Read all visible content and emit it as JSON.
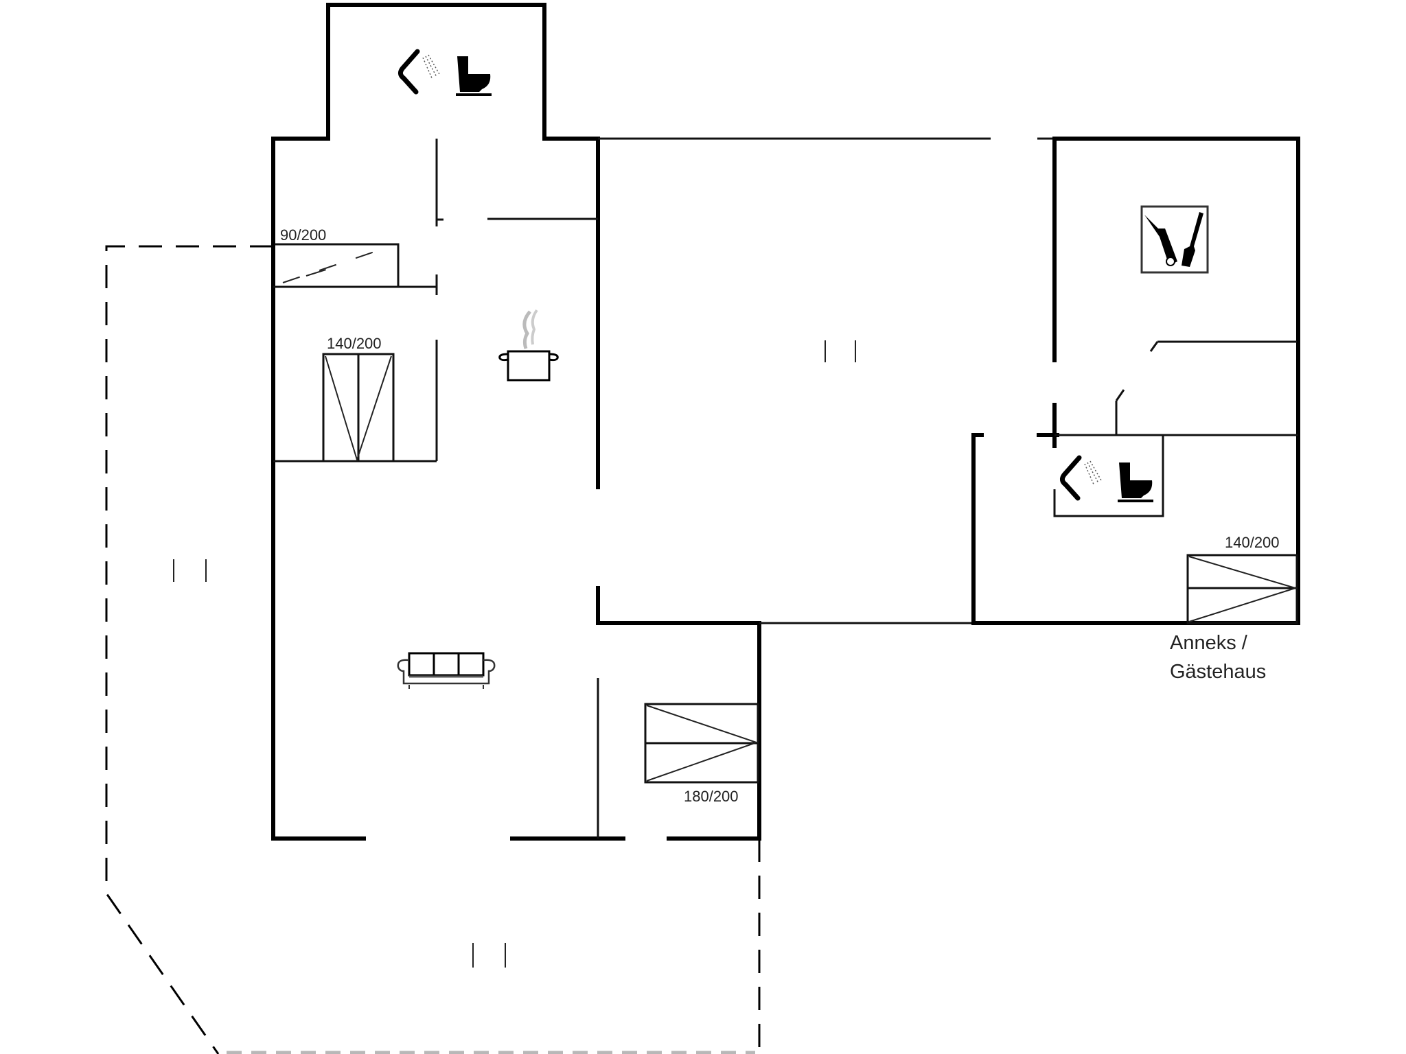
{
  "plan": {
    "type": "floor-plan",
    "stroke_color": "#000000",
    "background": "#ffffff"
  },
  "bed_labels": {
    "bed_single_left": "90/200",
    "bed_double_left": "140/200",
    "bed_double_lower": "180/200",
    "bed_double_annex": "140/200"
  },
  "annex": {
    "label_line1": "Anneks /",
    "label_line2": "Gästehaus"
  },
  "icons": {
    "main_bathroom": [
      "shower-icon",
      "toilet-icon"
    ],
    "kitchen": [
      "cooking-pot-icon"
    ],
    "living_room": [
      "sofa-icon"
    ],
    "storage": [
      "garden-tools-icon"
    ],
    "annex_bathroom": [
      "shower-icon",
      "toilet-icon"
    ],
    "level_markers": [
      "terrace-marker-left",
      "central-room-marker",
      "terrace-marker-bottom"
    ]
  }
}
